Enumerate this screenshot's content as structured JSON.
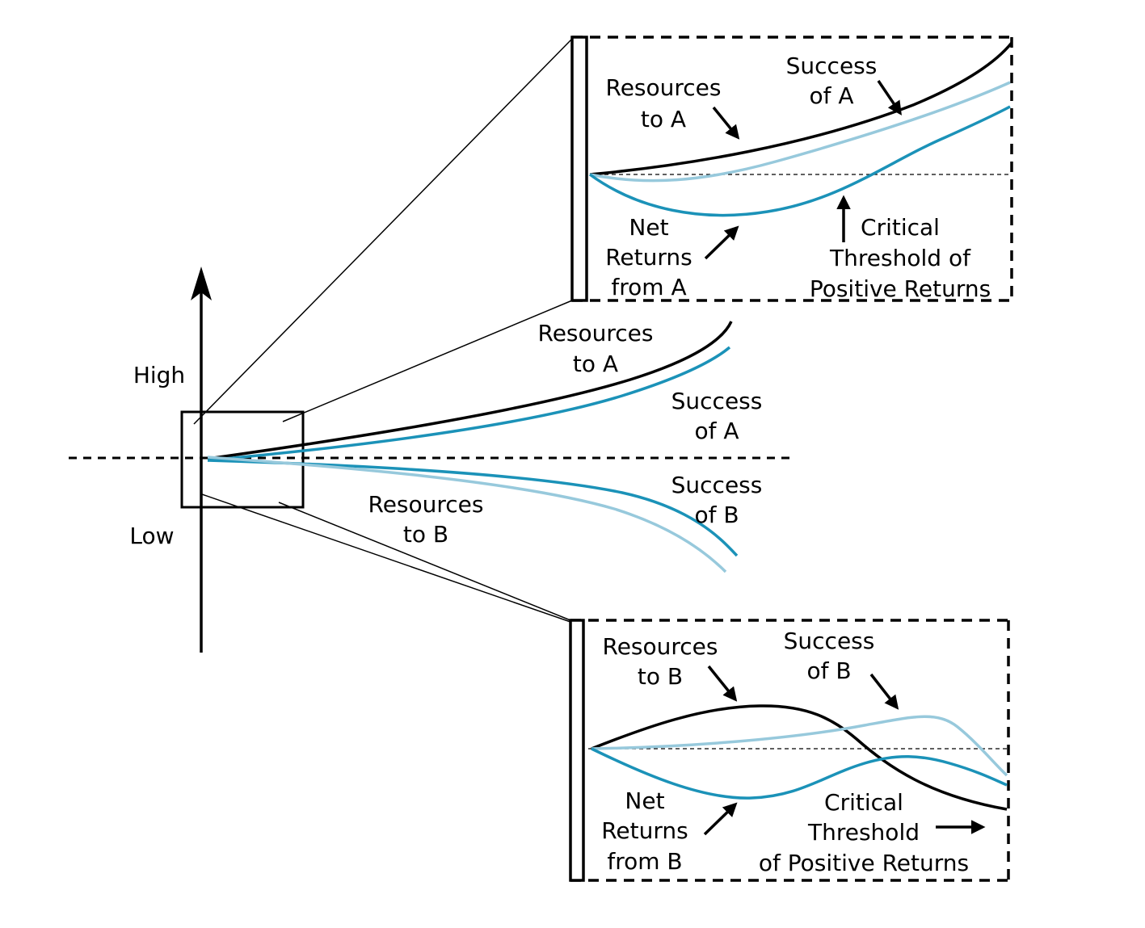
{
  "axis": {
    "high_label": "High",
    "low_label": "Low"
  },
  "main": {
    "resources_a": [
      "Resources",
      "to A"
    ],
    "success_a": [
      "Success",
      "of A"
    ],
    "success_b": [
      "Success",
      "of B"
    ],
    "resources_b": [
      "Resources",
      "to B"
    ]
  },
  "zoom_a": {
    "resources": [
      "Resources",
      "to A"
    ],
    "success": [
      "Success",
      "of A"
    ],
    "net_returns": [
      "Net",
      "Returns",
      "from A"
    ],
    "threshold": [
      "Critical",
      "Threshold of",
      "Positive Returns"
    ]
  },
  "zoom_b": {
    "resources": [
      "Resources",
      "to B"
    ],
    "success": [
      "Success",
      "of B"
    ],
    "net_returns": [
      "Net",
      "Returns",
      "from B"
    ],
    "threshold": [
      "Critical",
      "Threshold",
      "of Positive Returns"
    ]
  },
  "colors": {
    "resources": "#000000",
    "net_returns": "#1b92b8",
    "success": "#97c9dc"
  }
}
